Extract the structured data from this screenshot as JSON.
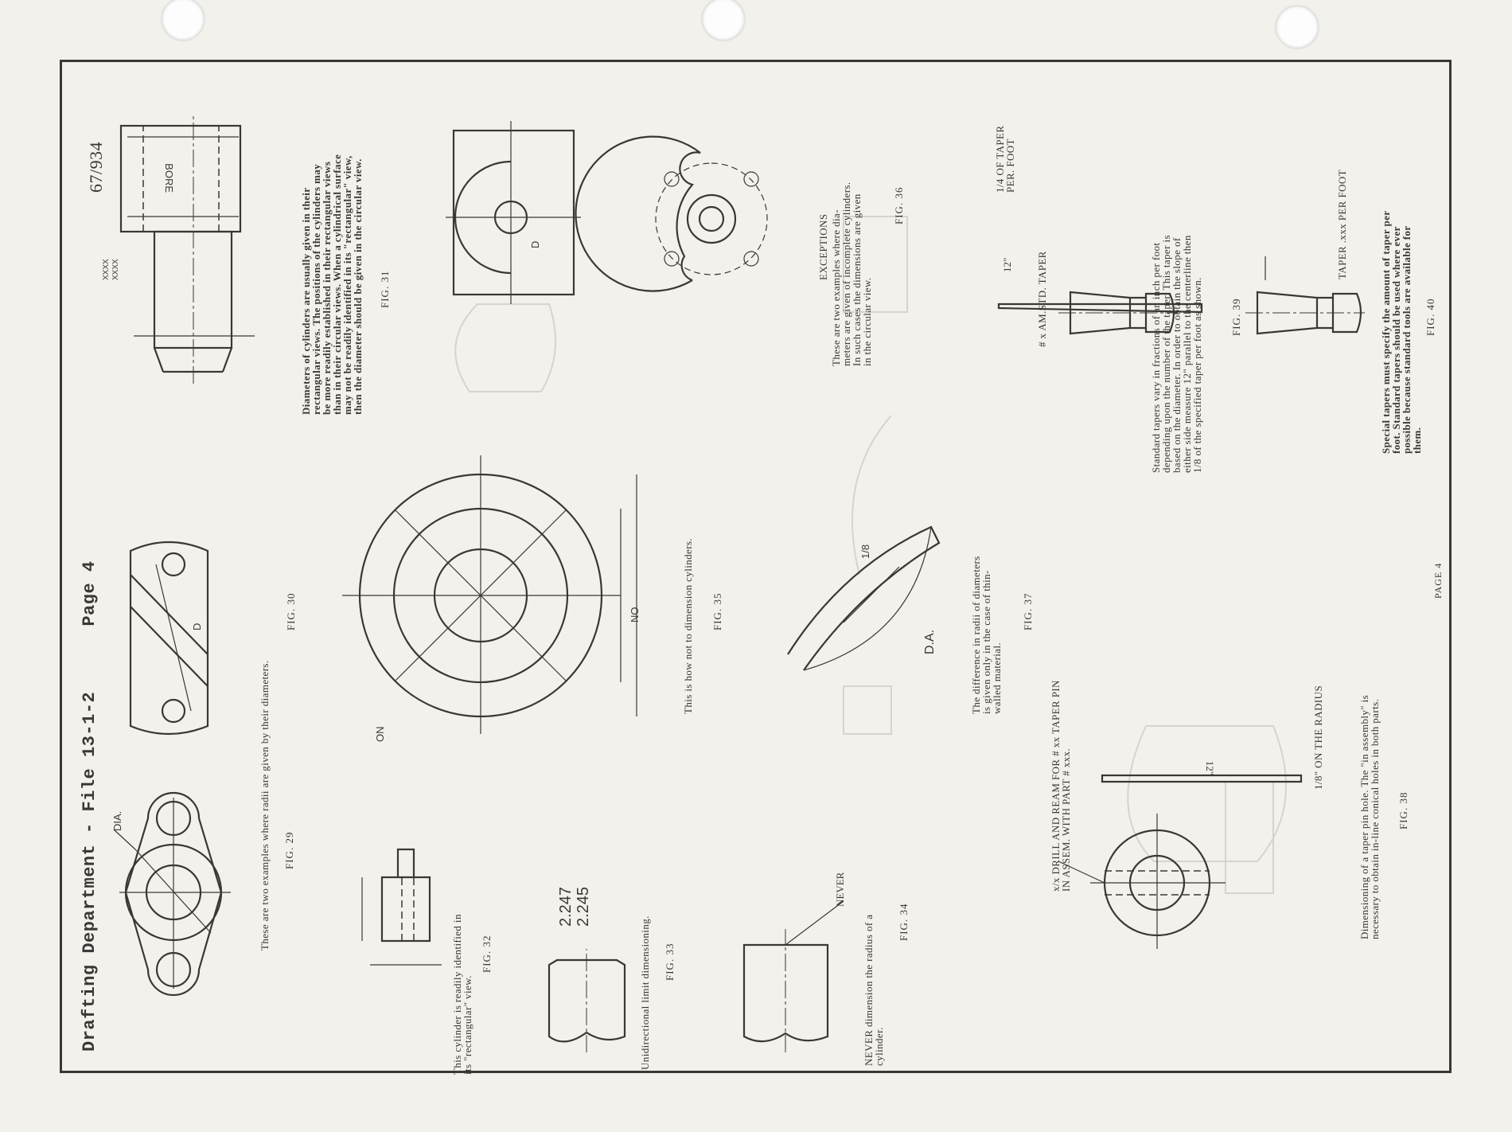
{
  "header": {
    "title": "Drafting Department - File 13-1-2",
    "page_label": "Page 4",
    "doc_number": "67/934"
  },
  "fig29": {
    "caption": [
      "These are two examples where radii are given by their diameters."
    ],
    "fig": "FIG.  29",
    "label_dia": "DIA."
  },
  "fig30": {
    "fig": "FIG.  30",
    "label_d": "D"
  },
  "fig31": {
    "caption": [
      "Diameters of cylinders are usually given in their",
      "rectangular views.  The positions of the cylinders may",
      "be more readily established in their rectangular views",
      "than in their circular views.   When a cylindrical surface",
      "may not be readily identified in its \"rectangular\" view,",
      "then the diameter should be given in the circular view."
    ],
    "fig": "FIG.  31",
    "label_bore": "BORE",
    "label_x1": "XXXX",
    "label_x2": "XXXX"
  },
  "fig32": {
    "caption": [
      "This cylinder is readily identified in",
      "its \"rectangular\" view."
    ],
    "fig": "FIG.  32"
  },
  "fig33": {
    "caption": [
      "Unidirectional limit dimensioning."
    ],
    "fig": "FIG.  33",
    "limit_upper": "2.247",
    "limit_lower": "2.245"
  },
  "fig34": {
    "caption": [
      "NEVER dimension the radius of a",
      "cylinder."
    ],
    "fig": "FIG.  34",
    "label_never": "NEVER"
  },
  "fig35": {
    "caption": [
      "This is how not to dimension cylinders."
    ],
    "fig": "FIG.  35",
    "label_no": "NO",
    "label_on": "ON"
  },
  "fig36": {
    "heading": "EXCEPTIONS",
    "caption": [
      "These are two examples where dia-",
      "meters are given of incomplete cylinders.",
      "In such cases the dimensions are given",
      "in the circular view."
    ],
    "fig": "FIG.  36",
    "label_d": "D"
  },
  "fig37": {
    "caption": [
      "The difference in radii of diameters",
      "is given only in the case of thin-",
      "walled material."
    ],
    "fig": "FIG.  37",
    "label_da": "D.A.",
    "label_frac": "1/8"
  },
  "fig38": {
    "callout": [
      "x/x  DRILL AND REAM FOR # xx TAPER PIN",
      "IN ASSEM.  WITH PART # xxx."
    ],
    "radius_note": "1/8\" ON THE RADIUS",
    "length": "12\"",
    "caption": [
      "Dimensioning of a taper pin hole.  The \"in assembly\" is",
      "necessary to obtain in-line conical holes in both parts."
    ],
    "fig": "FIG.  38"
  },
  "fig39": {
    "taper_note": [
      "1/4 OF TAPER",
      "PER.  FOOT"
    ],
    "length": "12\"",
    "callout": "# x AM.STD.  TAPER",
    "caption": [
      "Standard tapers vary in fractions of an inch per foot",
      "depending upon the number of the taper.   This taper is",
      "based on the diameter.   In order to obtain the slope of",
      "either side measure 12\" parallel to the centerline then",
      "1/8 of the specified taper per foot as shown."
    ],
    "fig": "FIG.  39"
  },
  "fig40": {
    "callout": "TAPER .xxx PER FOOT",
    "caption": [
      "Special tapers must specify the amount of taper per",
      "foot.  Standard tapers should be used where ever",
      "possible because standard tools are available for",
      "them."
    ],
    "fig": "FIG.  40"
  },
  "footer": {
    "page": "PAGE 4"
  }
}
